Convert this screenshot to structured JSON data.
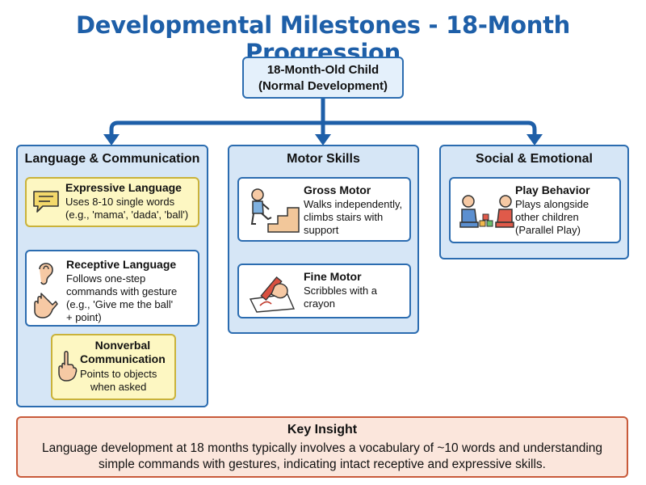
{
  "title": "Developmental Milestones - 18-Month Progression",
  "root": {
    "line1": "18-Month-Old Child",
    "line2": "(Normal Development)"
  },
  "panels": {
    "language": {
      "title": "Language & Communication",
      "expressive": {
        "title": "Expressive Language",
        "text": "Uses 8-10 single words\n(e.g., 'mama', 'dada', 'ball')",
        "icon": "speech-bubble-icon"
      },
      "receptive": {
        "title": "Receptive Language",
        "text": "Follows one-step\ncommands with gesture\n(e.g., 'Give me the ball'\n+ point)",
        "icon": "ear-icon"
      },
      "nonverbal": {
        "title": "Nonverbal\nCommunication",
        "text": "Points to objects\nwhen asked",
        "icon": "pointing-hand-icon"
      }
    },
    "motor": {
      "title": "Motor Skills",
      "gross": {
        "title": "Gross Motor",
        "text": "Walks independently,\nclimbs stairs with\nsupport",
        "icon": "child-climbing-stairs-icon"
      },
      "fine": {
        "title": "Fine Motor",
        "text": "Scribbles with a\ncrayon",
        "icon": "hand-crayon-icon"
      }
    },
    "social": {
      "title": "Social & Emotional",
      "play": {
        "title": "Play Behavior",
        "text": "Plays alongside\nother children\n(Parallel Play)",
        "icon": "children-playing-icon"
      }
    }
  },
  "insight": {
    "title": "Key Insight",
    "text": "Language development at 18 months typically involves a vocabulary of ~10 words and understanding simple commands with gestures, indicating intact receptive and expressive skills."
  },
  "colors": {
    "title": "#1e5fa8",
    "border": "#2b6cb0",
    "panel_bg": "#d6e6f6",
    "yellow_bg": "#fdf7c2",
    "insight_bg": "#fbe6dc",
    "insight_border": "#c85a3a"
  }
}
